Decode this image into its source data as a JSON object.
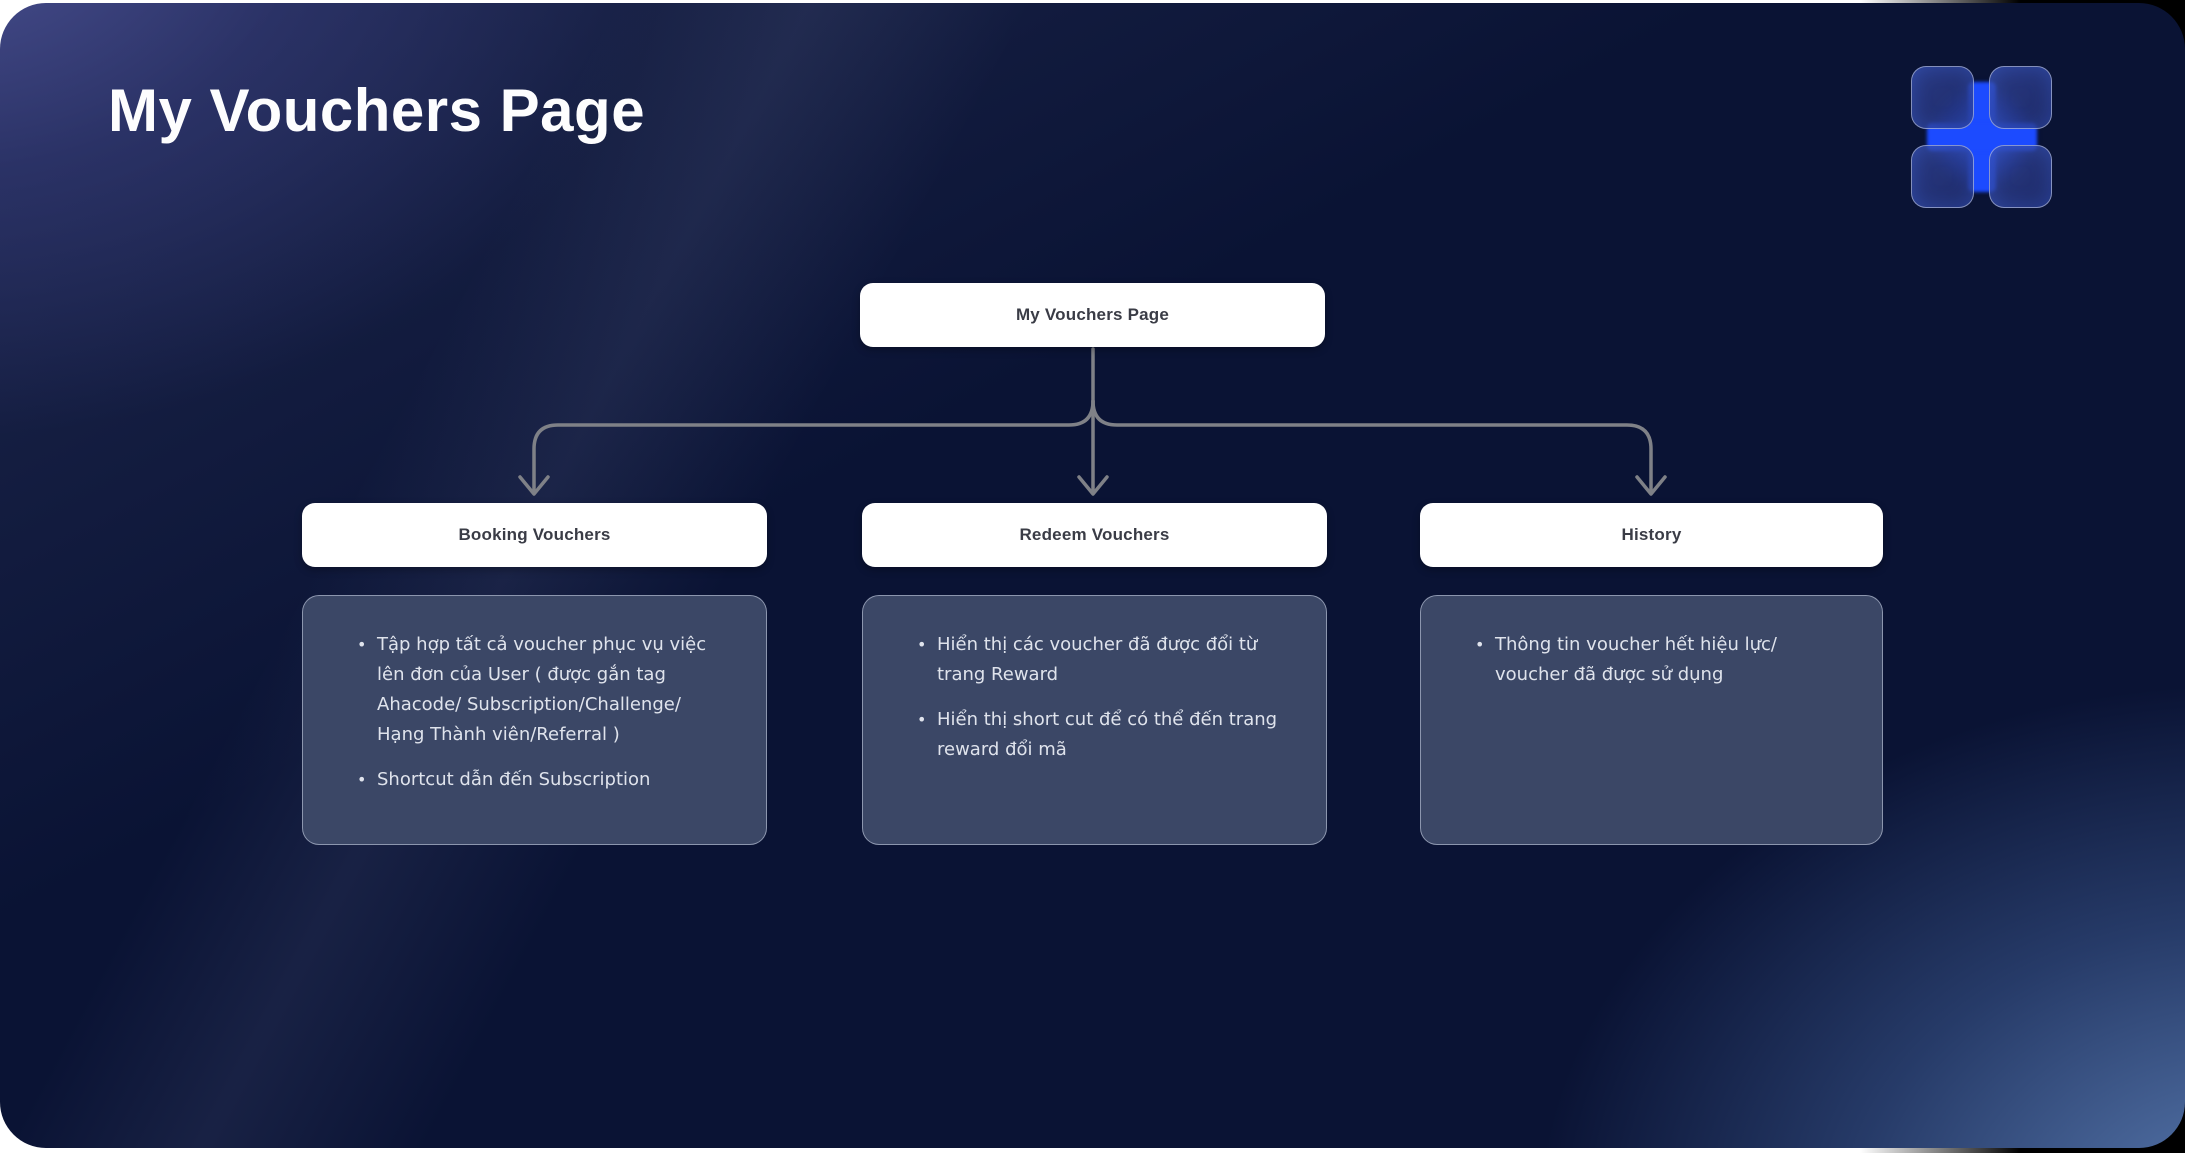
{
  "page": {
    "title": "My Vouchers Page"
  },
  "logo": {
    "name": "four-squares-plus-logo",
    "accent_color": "#1c4bff"
  },
  "colors": {
    "card_top_left": "#454b8d",
    "card_base": "#0a1334",
    "card_bottom_right": "#4f6fa5",
    "node_background": "#ffffff",
    "node_text": "#3a3c46",
    "description_background": "#3b4766",
    "description_border": "#afb8cd",
    "description_text": "#dfe3ec",
    "connector_line": "#7f8187",
    "outer_left": "#ffffff",
    "outer_right": "#000000"
  },
  "diagram": {
    "root": {
      "label": "My Vouchers Page"
    },
    "branches": [
      {
        "label": "Booking Vouchers",
        "bullets": [
          "Tập hợp tất cả voucher phục vụ việc lên đơn của User ( được gắn tag Ahacode/ Subscription/Challenge/ Hạng Thành viên/Referral )",
          "Shortcut dẫn đến Subscription"
        ]
      },
      {
        "label": "Redeem Vouchers",
        "bullets": [
          "Hiển thị các voucher đã được đổi từ trang Reward",
          "Hiển thị short cut để có thể đến trang reward đổi mã"
        ]
      },
      {
        "label": "History",
        "bullets": [
          "Thông tin voucher hết hiệu lực/ voucher đã được sử dụng"
        ]
      }
    ]
  }
}
